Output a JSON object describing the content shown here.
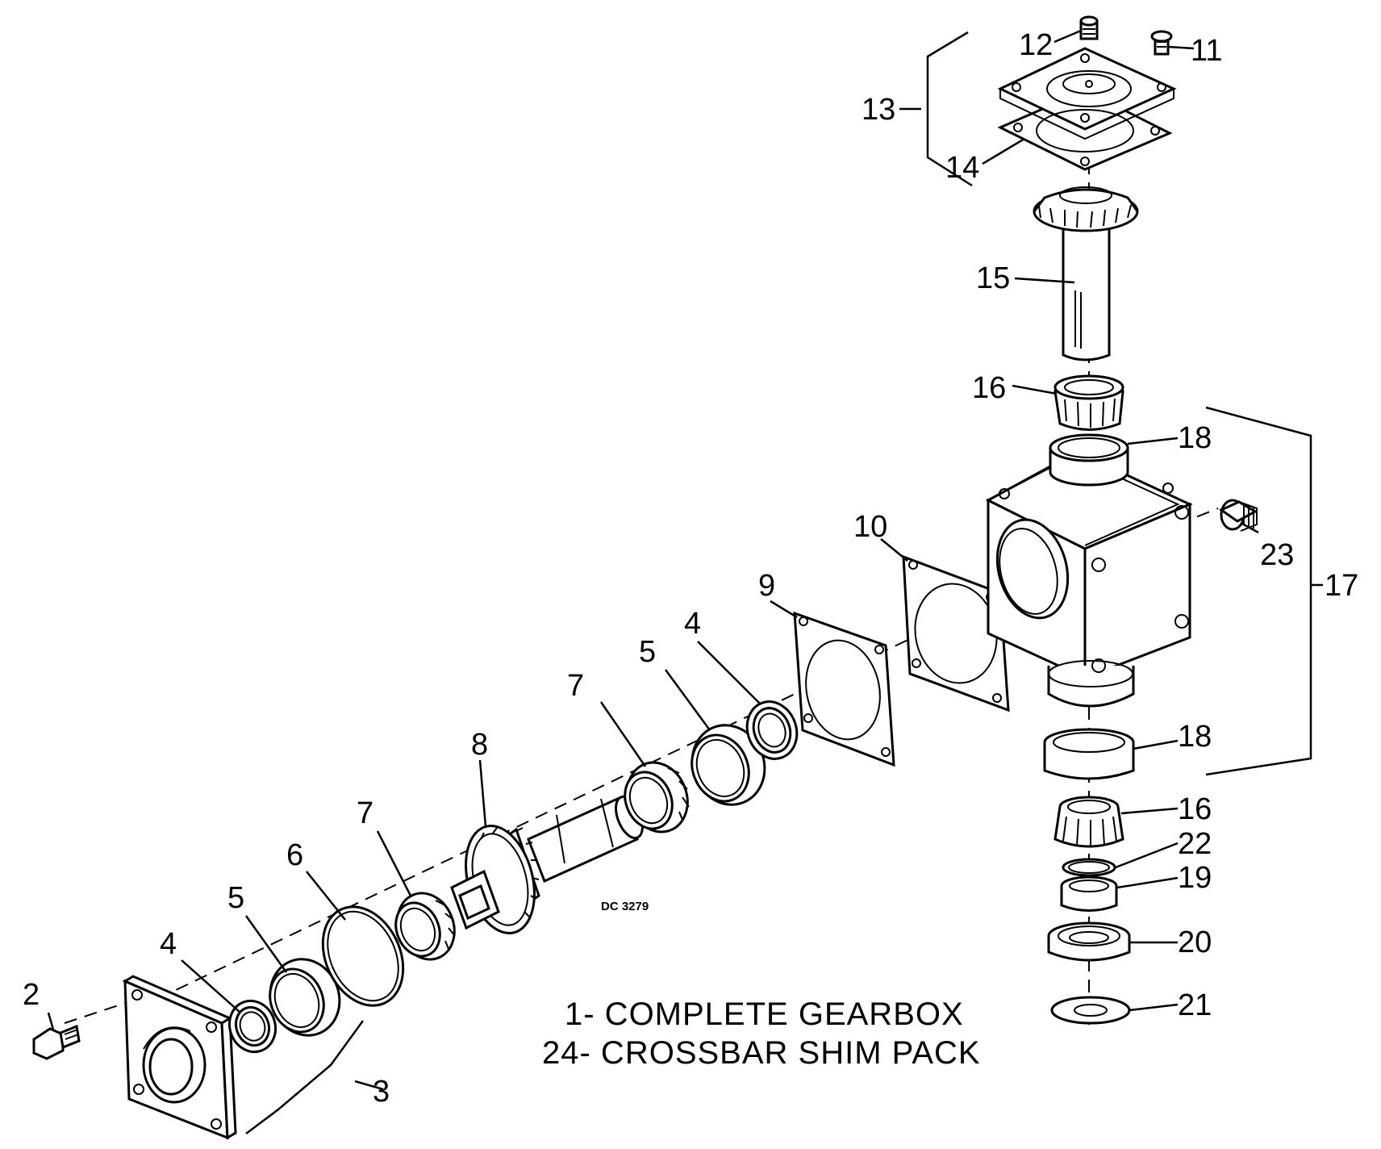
{
  "diagram": {
    "drawing_id": "DC 3279",
    "caption_lines": [
      "1- COMPLETE GEARBOX",
      "24- CROSSBAR SHIM PACK"
    ],
    "callouts": {
      "c2": "2",
      "c3": "3",
      "c4a": "4",
      "c5a": "5",
      "c6": "6",
      "c7a": "7",
      "c8": "8",
      "c7b": "7",
      "c5b": "5",
      "c4b": "4",
      "c9": "9",
      "c10": "10",
      "c11": "11",
      "c12": "12",
      "c13": "13",
      "c14": "14",
      "c15": "15",
      "c16a": "16",
      "c18a": "18",
      "c23": "23",
      "c17": "17",
      "c18b": "18",
      "c16b": "16",
      "c22": "22",
      "c19": "19",
      "c20": "20",
      "c21": "21"
    }
  }
}
